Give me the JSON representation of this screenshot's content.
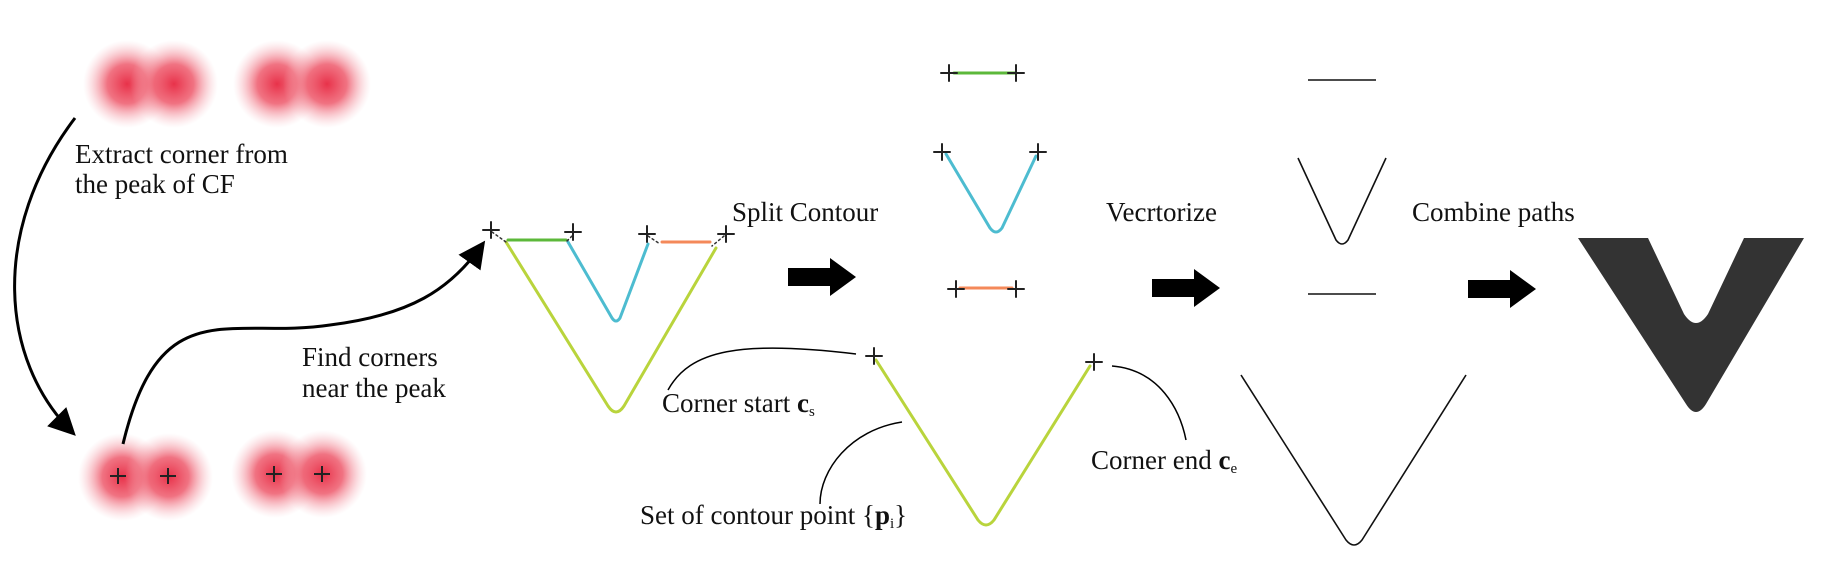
{
  "labels": {
    "extract_line1": "Extract corner from",
    "extract_line2": "the peak of CF",
    "find_line1": "Find corners",
    "find_line2": "near the peak",
    "split": "Split Contour",
    "vectorize": "Vecrtorize",
    "combine": "Combine paths",
    "corner_start": "Corner start ",
    "corner_start_sym": "c",
    "corner_start_sub": "s",
    "corner_end": "Corner end ",
    "corner_end_sym": "c",
    "corner_end_sub": "e",
    "contour_set_prefix": "Set of contour point {",
    "contour_set_sym": "p",
    "contour_set_sub": "i",
    "contour_set_suffix": "}"
  },
  "colors": {
    "heat": "#e8324a",
    "green": "#5cb83a",
    "cyan": "#4dbcd0",
    "orange": "#f4895a",
    "lime": "#b9d43c",
    "glyph": "#333333",
    "arrow": "#000000"
  }
}
